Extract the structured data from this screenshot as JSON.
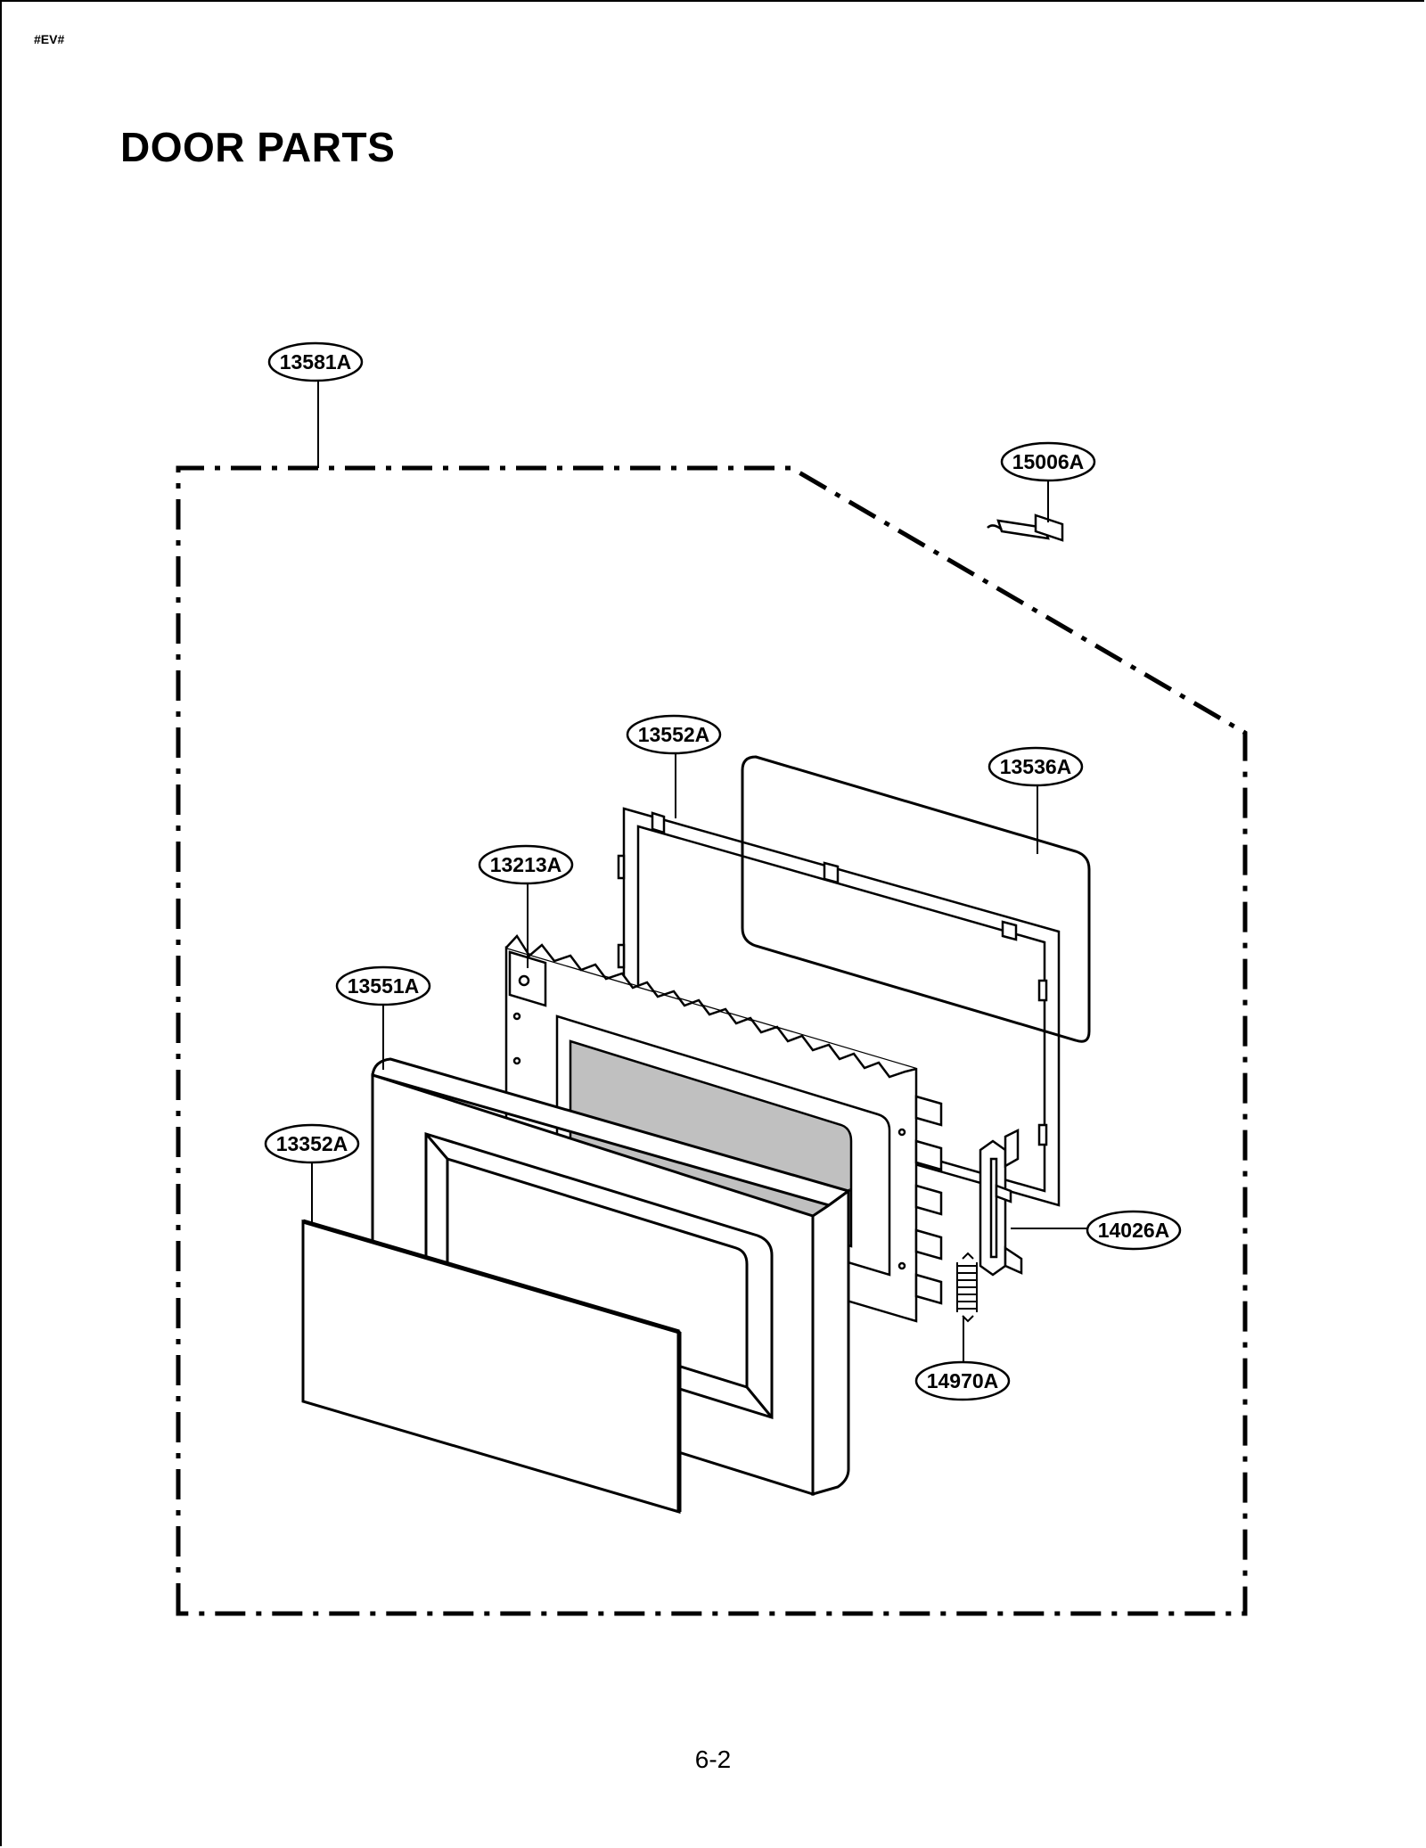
{
  "document": {
    "code": "#EV#",
    "title": "DOOR PARTS",
    "page_number": "6-2"
  },
  "callouts": [
    {
      "id": "assembly",
      "part_number": "13581A"
    },
    {
      "id": "latch-clip",
      "part_number": "15006A"
    },
    {
      "id": "choke-cover-frame",
      "part_number": "13552A"
    },
    {
      "id": "door-screen",
      "part_number": "13536A"
    },
    {
      "id": "door-frame",
      "part_number": "13213A"
    },
    {
      "id": "door-choke",
      "part_number": "13551A"
    },
    {
      "id": "door-panel",
      "part_number": "13352A"
    },
    {
      "id": "door-latch",
      "part_number": "14026A"
    },
    {
      "id": "latch-spring",
      "part_number": "14970A"
    }
  ]
}
